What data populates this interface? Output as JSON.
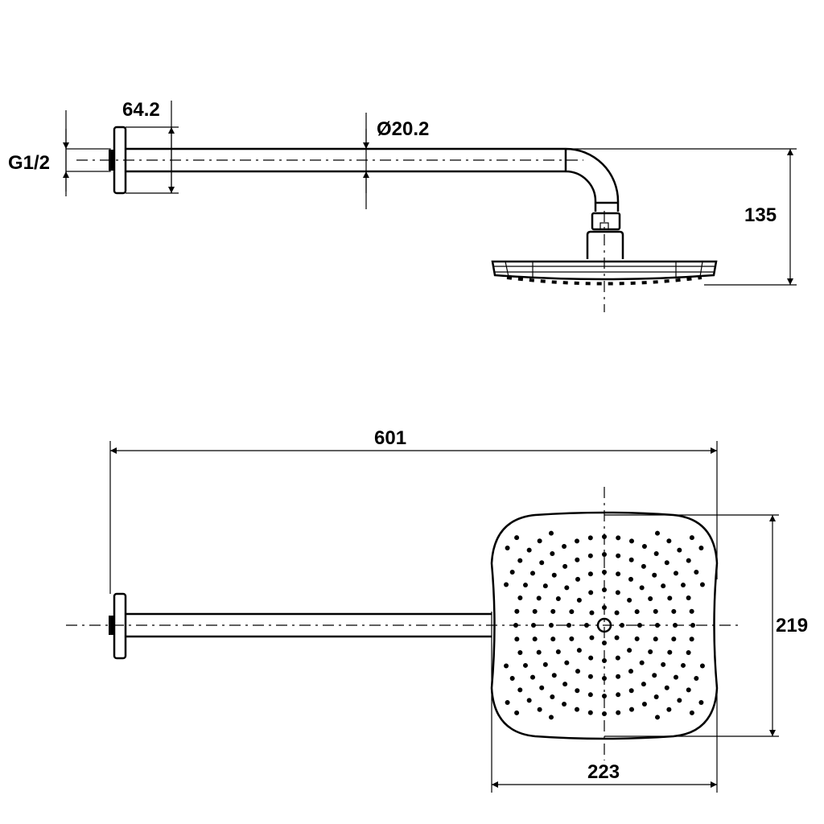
{
  "dimensions": {
    "thread": "G1/2",
    "flange_depth": "64.2",
    "arm_diameter": "Ø20.2",
    "drop_height": "135",
    "total_length": "601",
    "head_depth": "219",
    "head_width": "223"
  },
  "colors": {
    "line": "#000000",
    "background": "#ffffff"
  }
}
